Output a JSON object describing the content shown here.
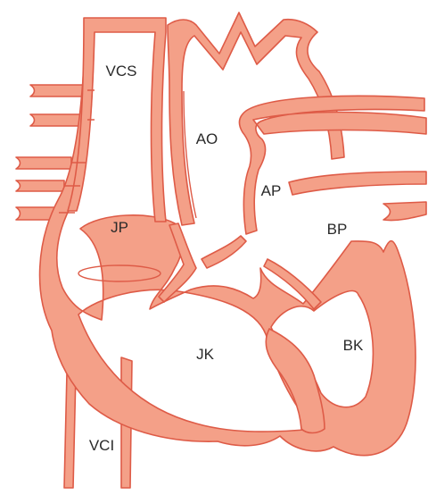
{
  "colors": {
    "tissue": "#f4a088",
    "outline": "#de5b47",
    "background": "#ffffff",
    "label": "#2a2a2a"
  },
  "labels": {
    "vcs": "VCS",
    "ao": "AO",
    "ap": "AP",
    "jp": "JP",
    "bp": "BP",
    "jk": "JK",
    "bk": "BK",
    "vci": "VCI"
  }
}
